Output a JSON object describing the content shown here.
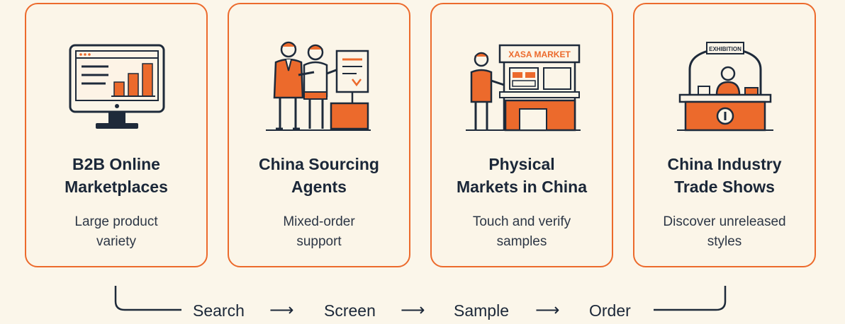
{
  "colors": {
    "accent": "#ec6a2c",
    "ink": "#1e2a3a",
    "background": "#fbf6ea"
  },
  "cards": [
    {
      "title": "B2B Online\nMarketplaces",
      "description": "Large product\nvariety",
      "icon": "computer-monitor-chart-icon"
    },
    {
      "title": "China Sourcing\nAgents",
      "description": "Mixed-order\nsupport",
      "icon": "sourcing-agents-icon"
    },
    {
      "title": "Physical\nMarkets in China",
      "description": "Touch and verify\nsamples",
      "icon": "market-stall-icon",
      "sign_text": "XASA MARKET"
    },
    {
      "title": "China Industry\nTrade Shows",
      "description": "Discover unreleased\nstyles",
      "icon": "trade-show-booth-icon",
      "sign_text": "EXHIBITION"
    }
  ],
  "flow": {
    "steps": [
      "Search",
      "Screen",
      "Sample",
      "Order"
    ],
    "arrow": "⟶"
  }
}
